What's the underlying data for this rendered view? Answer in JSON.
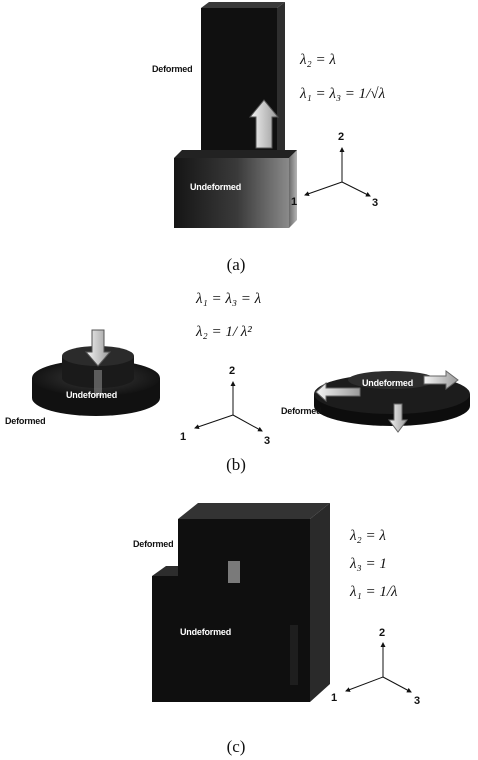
{
  "panels": [
    {
      "caption": "(a)",
      "deformed_label": "Deformed",
      "undeformed_label": "Undeformed",
      "equations": [
        "λ₂ = λ",
        "λ₁ = λ₃ = 1/√λ"
      ],
      "axes": {
        "up": "2",
        "left": "1",
        "right": "3"
      }
    },
    {
      "caption": "(b)",
      "deformed_label": "Deformed",
      "undeformed_label": "Undeformed",
      "equations": [
        "λ₁ = λ₃ = λ",
        "λ₂ = 1/ λ²"
      ],
      "axes": {
        "up": "2",
        "left": "1",
        "right": "3"
      }
    },
    {
      "caption": "(c)",
      "deformed_label": "Deformed",
      "undeformed_label": "Undeformed",
      "equations": [
        "λ₂ = λ",
        "λ₃ = 1",
        "λ₁ = 1/λ"
      ],
      "axes": {
        "up": "2",
        "left": "1",
        "right": "3"
      }
    }
  ]
}
